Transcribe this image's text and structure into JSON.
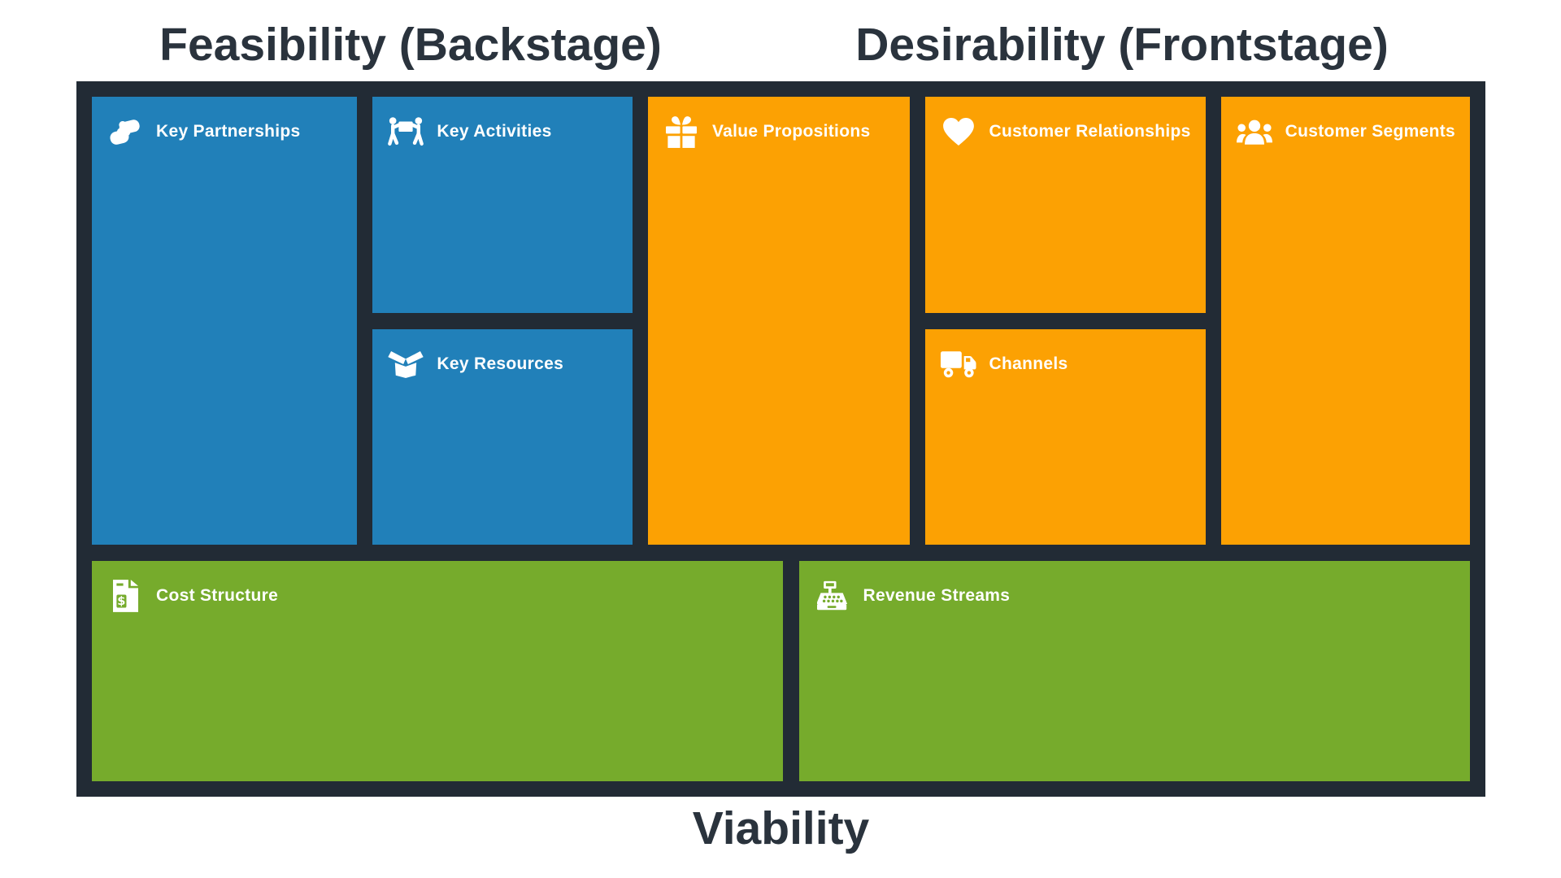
{
  "headers": {
    "top_left": "Feasibility (Backstage)",
    "top_right": "Desirability (Frontstage)",
    "bottom": "Viability"
  },
  "colors": {
    "frame": "#222b35",
    "backstage_blue": "#2180b9",
    "frontstage_orange": "#fca103",
    "viability_green": "#76ab2c",
    "heading_text": "#2a333d",
    "block_label_text": "#ffffff"
  },
  "canvas": {
    "blocks": [
      {
        "id": "key-partnerships",
        "label": "Key Partnerships",
        "icon": "handshake-icon",
        "group": "backstage"
      },
      {
        "id": "key-activities",
        "label": "Key Activities",
        "icon": "people-carry-icon",
        "group": "backstage"
      },
      {
        "id": "key-resources",
        "label": "Key Resources",
        "icon": "box-open-icon",
        "group": "backstage"
      },
      {
        "id": "value-propositions",
        "label": "Value Propositions",
        "icon": "gift-icon",
        "group": "frontstage"
      },
      {
        "id": "customer-relationships",
        "label": "Customer Relationships",
        "icon": "heart-icon",
        "group": "frontstage"
      },
      {
        "id": "channels",
        "label": "Channels",
        "icon": "truck-icon",
        "group": "frontstage"
      },
      {
        "id": "customer-segments",
        "label": "Customer Segments",
        "icon": "users-icon",
        "group": "frontstage"
      },
      {
        "id": "cost-structure",
        "label": "Cost Structure",
        "icon": "file-invoice-dollar-icon",
        "group": "viability"
      },
      {
        "id": "revenue-streams",
        "label": "Revenue Streams",
        "icon": "cash-register-icon",
        "group": "viability"
      }
    ]
  }
}
